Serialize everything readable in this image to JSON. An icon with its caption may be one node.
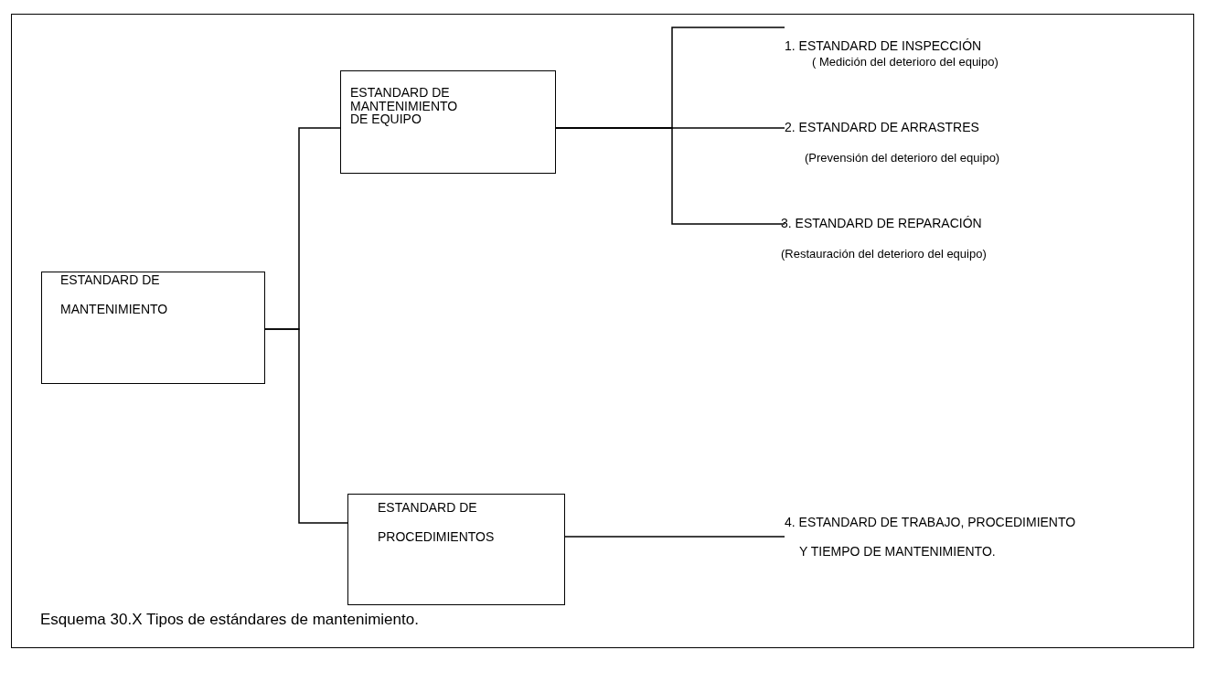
{
  "diagram": {
    "caption": "Esquema 30.X Tipos de estándares de mantenimiento.",
    "nodes": [
      {
        "text": [
          "ESTANDARD DE MANTENIMIENTO"
        ]
      },
      {
        "text": [
          "ESTANDARD DE MANTENIMIENTO DE EQUIPO"
        ]
      },
      {
        "text": [
          "ESTANDARD DE PROCEDIMIENTOS"
        ]
      },
      {
        "text": [
          "1. ESTANDARD DE INSPECCIÓN",
          "( Medición del deterioro del equipo)"
        ]
      },
      {
        "text": [
          "2. ESTANDARD DE ARRASTRES",
          "(Prevensión del deterioro del equipo)"
        ]
      },
      {
        "text": [
          "3. ESTANDARD DE REPARACIÓN",
          "(Restauración del deterioro del equipo)"
        ]
      },
      {
        "text": [
          "4. ESTANDARD DE TRABAJO, PROCEDIMIENTO Y TIEMPO DE MANTENIMIENTO."
        ]
      }
    ],
    "edges": [
      {
        "from": 0,
        "to": 1,
        "arrow": "none"
      },
      {
        "from": 0,
        "to": 2,
        "arrow": "none"
      },
      {
        "from": 1,
        "to": 3,
        "arrow": "none"
      },
      {
        "from": 1,
        "to": 4,
        "arrow": "none"
      },
      {
        "from": 1,
        "to": 5,
        "arrow": "none"
      },
      {
        "from": 2,
        "to": 6,
        "arrow": "none"
      }
    ]
  }
}
